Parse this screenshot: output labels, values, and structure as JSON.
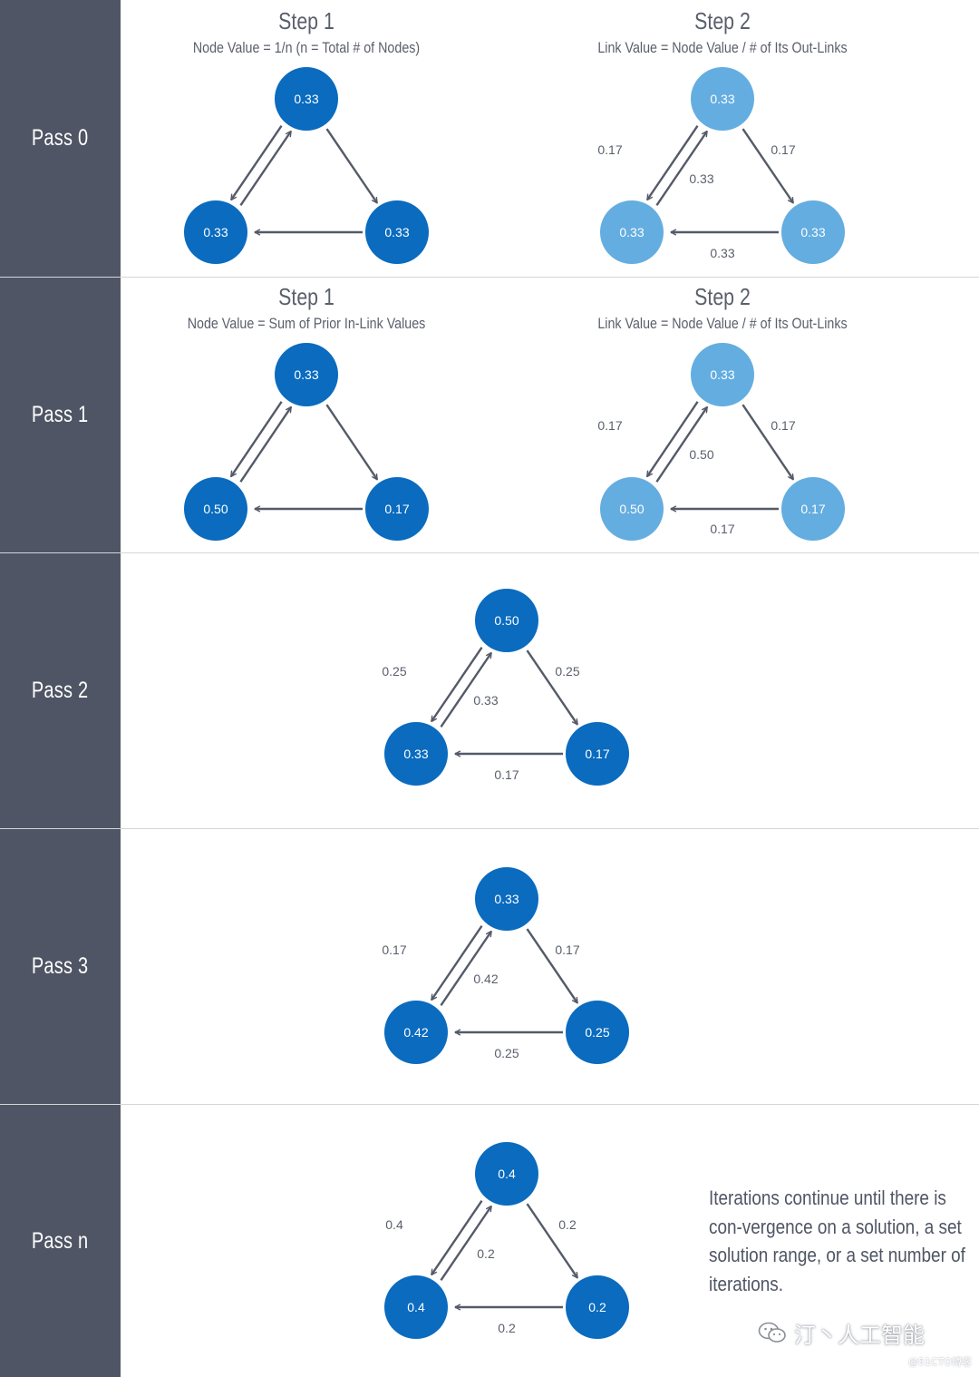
{
  "colors": {
    "dark_node": "#0a6bbf",
    "light_node": "#64ade0",
    "label_bg": "#4f5564",
    "arrow": "#545a68",
    "text": "#5a5f6b"
  },
  "rows": [
    {
      "label": "Pass 0",
      "steps": [
        {
          "title": "Step 1",
          "subtitle": "Node Value = 1/n (n = Total # of Nodes)",
          "style": "dark",
          "nodes": {
            "top": "0.33",
            "left": "0.33",
            "right": "0.33"
          },
          "edges": {
            "top_left": "",
            "left_top": "",
            "top_right": "",
            "right_left": ""
          }
        },
        {
          "title": "Step 2",
          "subtitle": "Link Value = Node Value / # of Its Out-Links",
          "style": "light",
          "nodes": {
            "top": "0.33",
            "left": "0.33",
            "right": "0.33"
          },
          "edges": {
            "top_left": "0.17",
            "left_top": "0.33",
            "top_right": "0.17",
            "right_left": "0.33"
          }
        }
      ]
    },
    {
      "label": "Pass 1",
      "steps": [
        {
          "title": "Step 1",
          "subtitle": "Node Value = Sum of Prior In-Link Values",
          "style": "dark",
          "nodes": {
            "top": "0.33",
            "left": "0.50",
            "right": "0.17"
          },
          "edges": {
            "top_left": "",
            "left_top": "",
            "top_right": "",
            "right_left": ""
          }
        },
        {
          "title": "Step 2",
          "subtitle": "Link Value = Node Value / # of Its Out-Links",
          "style": "light",
          "nodes": {
            "top": "0.33",
            "left": "0.50",
            "right": "0.17"
          },
          "edges": {
            "top_left": "0.17",
            "left_top": "0.50",
            "top_right": "0.17",
            "right_left": "0.17"
          }
        }
      ]
    },
    {
      "label": "Pass 2",
      "steps": [
        {
          "style": "dark",
          "nodes": {
            "top": "0.50",
            "left": "0.33",
            "right": "0.17"
          },
          "edges": {
            "top_left": "0.25",
            "left_top": "0.33",
            "top_right": "0.25",
            "right_left": "0.17"
          }
        }
      ]
    },
    {
      "label": "Pass 3",
      "steps": [
        {
          "style": "dark",
          "nodes": {
            "top": "0.33",
            "left": "0.42",
            "right": "0.25"
          },
          "edges": {
            "top_left": "0.17",
            "left_top": "0.42",
            "top_right": "0.17",
            "right_left": "0.25"
          }
        }
      ]
    },
    {
      "label": "Pass n",
      "steps": [
        {
          "style": "dark",
          "nodes": {
            "top": "0.4",
            "left": "0.4",
            "right": "0.2"
          },
          "edges": {
            "top_left": "0.4",
            "left_top": "0.2",
            "top_right": "0.2",
            "right_left": "0.2"
          }
        }
      ]
    }
  ],
  "note": "Iterations continue until there is con-vergence on a solution, a set solution range, or a set number of iterations.",
  "watermark": {
    "main": "汀丶人工智能",
    "small": "@51CTO博客"
  }
}
